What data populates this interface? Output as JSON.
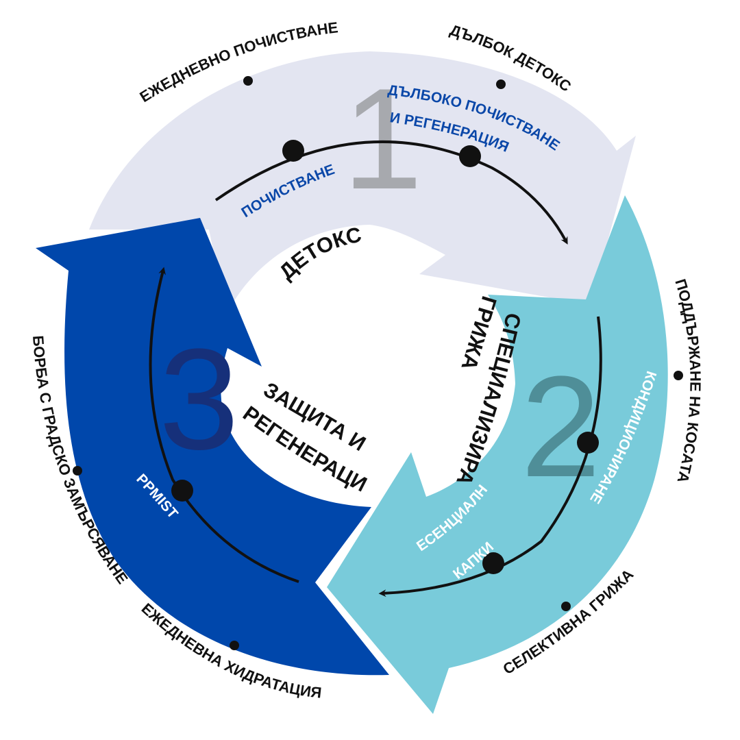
{
  "colors": {
    "segment_detox": "#e3e5f1",
    "segment_care": "#79cbda",
    "segment_protect": "#0047ab",
    "number_detox": "#a7a9ae",
    "number_care": "#4f8e98",
    "number_protect": "#16307a",
    "label_dark_blue": "#0a47a8"
  },
  "stages": [
    {
      "number": "1",
      "title_lines": [
        "ДЕТОКС"
      ],
      "steps": [
        "ПОЧИСТВАНЕ",
        "ДЪЛБОКО ПОЧИСТВАНЕ",
        "И РЕГЕНЕРАЦИЯ"
      ],
      "outer": [
        "ЕЖЕДНЕВНО ПОЧИСТВАНЕ",
        "ДЪЛБОК ДЕТОКС"
      ]
    },
    {
      "number": "2",
      "title_lines": [
        "ГРИЖА",
        "СПЕЦИАЛИЗИРАНА"
      ],
      "steps": [
        "КОНДИЦИОНИРАНЕ",
        "ЕСЕНЦИАЛНИ",
        "КАПКИ"
      ],
      "outer": [
        "ПОДДЪРЖАНЕ НА КОСАТА",
        "СЕЛЕКТИВНА ГРИЖА"
      ]
    },
    {
      "number": "3",
      "title_lines": [
        "ЗАЩИТА И",
        "РЕГЕНЕРАЦИЯ"
      ],
      "steps": [
        "PPMIST"
      ],
      "outer": [
        "ЕЖЕДНЕВНА ХИДРАТАЦИЯ",
        "БОРБА С ГРАДСКО ЗАМЪРСЯВАНЕ"
      ]
    }
  ]
}
